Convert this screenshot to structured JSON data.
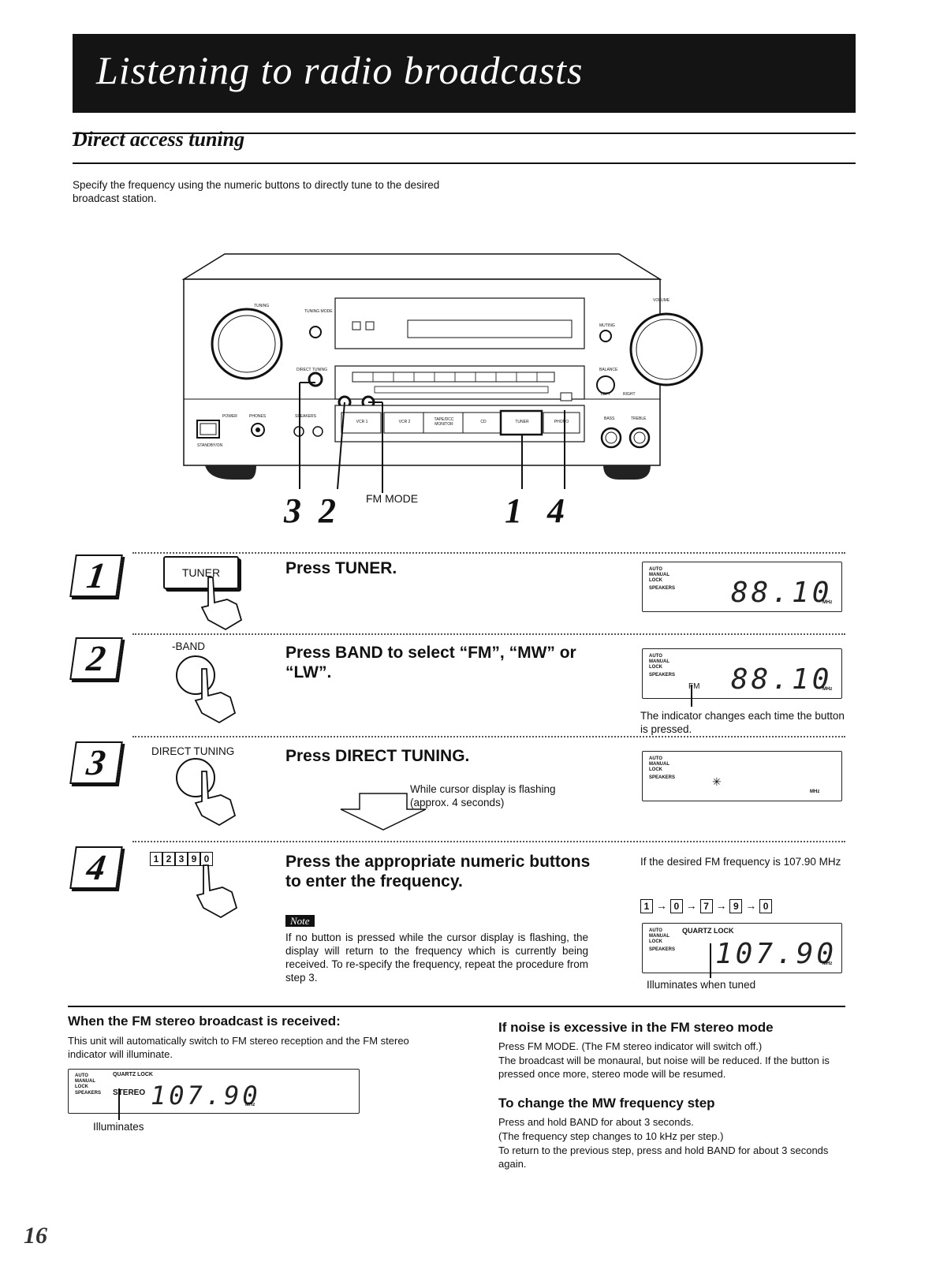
{
  "header": {
    "title": "Listening to radio broadcasts",
    "section": "Direct access tuning",
    "intro": "Specify the frequency using the numeric buttons to directly tune to the desired broadcast station."
  },
  "panel": {
    "labels": {
      "tuning": "TUNING",
      "tuning_mode": "TUNING MODE",
      "direct_tuning": "DIRECT TUNING",
      "muting": "MUTING",
      "balance": "BALANCE",
      "volume": "VOLUME",
      "power": "POWER",
      "standby": "STANDBY/ON",
      "phones": "PHONES",
      "speakers": "SPEAKERS",
      "bass": "BASS",
      "treble": "TREBLE",
      "left": "LEFT",
      "right": "RIGHT"
    },
    "inputs": [
      "VCR 1",
      "VCR 2",
      "TAPE/DCC MONITOR",
      "CD",
      "TUNER",
      "PHONO"
    ],
    "callouts": {
      "c3": "3",
      "c2": "2",
      "fm_mode": "FM MODE",
      "c1": "1",
      "c4": "4"
    }
  },
  "steps": [
    {
      "num": "1",
      "key": "TUNER",
      "instruction": "Press TUNER."
    },
    {
      "num": "2",
      "key": "-BAND",
      "instruction": "Press BAND to select “FM”, “MW” or “LW”.",
      "caption": "The indicator changes each time the button is pressed."
    },
    {
      "num": "3",
      "key": "DIRECT TUNING",
      "instruction": "Press DIRECT TUNING.",
      "flash_note": "While cursor display is flashing (approx. 4 seconds)"
    },
    {
      "num": "4",
      "key_digits": [
        "1",
        "2",
        "3",
        "9",
        "0"
      ],
      "instruction": "Press the appropriate numeric buttons to enter the frequency.",
      "note_label": "Note",
      "note": "If no button is pressed while the cursor display is flashing, the display will return to the frequency which is currently being received. To re-specify the frequency, repeat the procedure from step 3.",
      "example": "If the desired FM frequency is 107.90 MHz",
      "sequence": [
        "1",
        "0",
        "7",
        "9",
        "0"
      ],
      "caption": "Illuminates when tuned"
    }
  ],
  "displays": {
    "auto": "AUTO",
    "manual": "MANUAL",
    "lock": "LOCK",
    "speakers": "SPEAKERS",
    "fm": "FM",
    "mhz": "MHz",
    "quartz_lock": "QUARTZ LOCK",
    "stereo": "STEREO",
    "freq_a": "88.10",
    "freq_b": "107.90"
  },
  "bottom": {
    "stereo_heading": "When the FM stereo broadcast is received:",
    "stereo_text": "This unit will automatically switch to FM stereo reception and the FM stereo indicator will illuminate.",
    "stereo_caption": "Illuminates",
    "noise_heading": "If noise is excessive in the FM stereo mode",
    "noise_text_1": "Press FM MODE. (The FM stereo indicator will switch off.)",
    "noise_text_2": "The broadcast will be monaural, but noise will be reduced. If the button is pressed once more, stereo mode will be resumed.",
    "mw_heading": "To change the MW frequency step",
    "mw_text_1": "Press and hold BAND for about 3 seconds.",
    "mw_text_2": "(The frequency step changes to 10 kHz per step.)",
    "mw_text_3": "To return to the previous step, press and hold BAND for about 3 seconds again."
  },
  "page_number": "16"
}
